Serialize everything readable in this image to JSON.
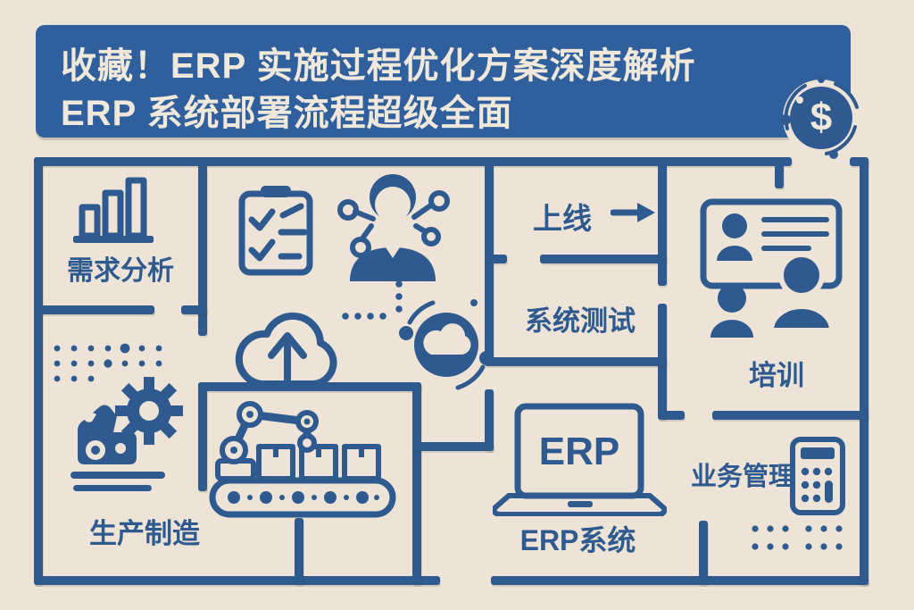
{
  "banner": {
    "title_line1": "收藏！ERP 实施过程优化方案深度解析",
    "title_line2": "ERP 系统部署流程超级全面",
    "coin_symbol": "$"
  },
  "colors": {
    "background": "#EDE4D7",
    "line_blue": "#2E5A90",
    "banner_blue": "#2F5F9C",
    "cream_text": "#F0E8DB"
  },
  "sections": {
    "requirements": {
      "label": "需求分析"
    },
    "golive": {
      "label": "上线"
    },
    "testing": {
      "label": "系统测试"
    },
    "training": {
      "label": "培训"
    },
    "manufacturing": {
      "label": "生产制造"
    },
    "erp_system": {
      "label": "ERP系统",
      "screen_text": "ERP"
    },
    "business": {
      "label": "业务管理"
    }
  }
}
